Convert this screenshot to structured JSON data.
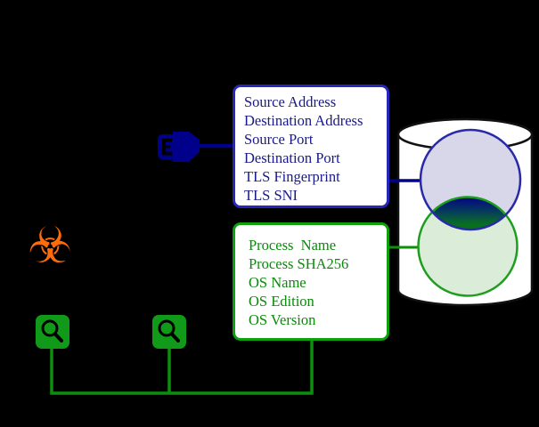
{
  "figure": {
    "network_features": {
      "items": [
        "Source Address",
        "Destination Address",
        "Source Port",
        "Destination Port",
        "TLS Fingerprint",
        "TLS SNI"
      ]
    },
    "host_features": {
      "items": [
        "Process  Name",
        "Process SHA256",
        "OS Name",
        "OS Edition",
        "OS Version"
      ]
    },
    "icons": {
      "plug": "ethernet-plug-icon",
      "biohazard": "biohazard-icon",
      "biohazard_glyph": "☣",
      "magnifier": "magnifying-glass-icon",
      "database": "database-cylinder"
    },
    "colors": {
      "background": "#000000",
      "navy": "#00008b",
      "blue_box_border": "#2626b8",
      "blue_text": "#191989",
      "blue_circle_stroke": "#2a2aa8",
      "blue_circle_fill": "#d7d7e9",
      "green": "#0da10d",
      "green_text": "#0a8a0a",
      "green_circle_fill": "#dbecd9",
      "orange": "#fd6c0c",
      "cylinder_fill": "#ffffff",
      "cylinder_stroke": "#111111",
      "lens_gradient_top": "#020285",
      "lens_gradient_bottom": "#067806"
    }
  }
}
